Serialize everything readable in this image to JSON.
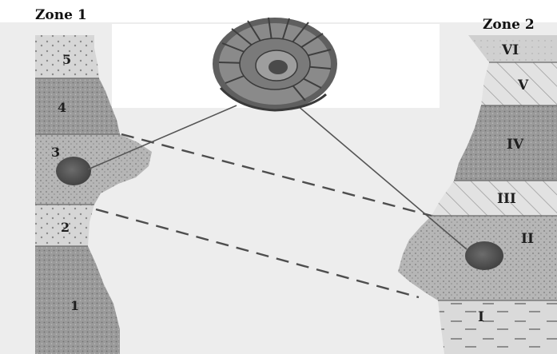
{
  "zones": {
    "left_title": "Zone 1",
    "right_title": "Zone 2"
  },
  "zone1_layers": [
    {
      "label": "5",
      "texture": "dotted"
    },
    {
      "label": "4",
      "texture": "dense"
    },
    {
      "label": "3",
      "texture": "speckled",
      "fossil": true
    },
    {
      "label": "2",
      "texture": "dotted"
    },
    {
      "label": "1",
      "texture": "dense"
    }
  ],
  "zone2_layers": [
    {
      "label": "VI",
      "texture": "light"
    },
    {
      "label": "V",
      "texture": "hatched"
    },
    {
      "label": "IV",
      "texture": "dense"
    },
    {
      "label": "III",
      "texture": "hatched"
    },
    {
      "label": "II",
      "texture": "speckled",
      "fossil": true
    },
    {
      "label": "I",
      "texture": "dashed"
    }
  ],
  "fossil_icon": "ammonite-icon",
  "colors": {
    "background": "#ededed",
    "rock_dark": "#8f8f8f",
    "rock_light": "#c9c9c9",
    "line": "#555555"
  }
}
